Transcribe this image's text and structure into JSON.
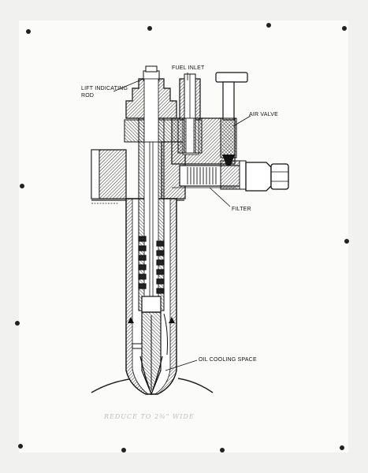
{
  "labels": {
    "lift_indicating_rod": "LIFT INDICATING ROD",
    "fuel_inlet": "FUEL INLET",
    "air_valve": "AIR VALVE",
    "filter": "FILTER",
    "oil_cooling_space": "OIL COOLING SPACE"
  },
  "margin_note": "REDUCE TO 2¾\" WIDE",
  "colors": {
    "ink": "#111111",
    "paper": "#fbfbfa",
    "pencil": "#bdbdbd"
  }
}
